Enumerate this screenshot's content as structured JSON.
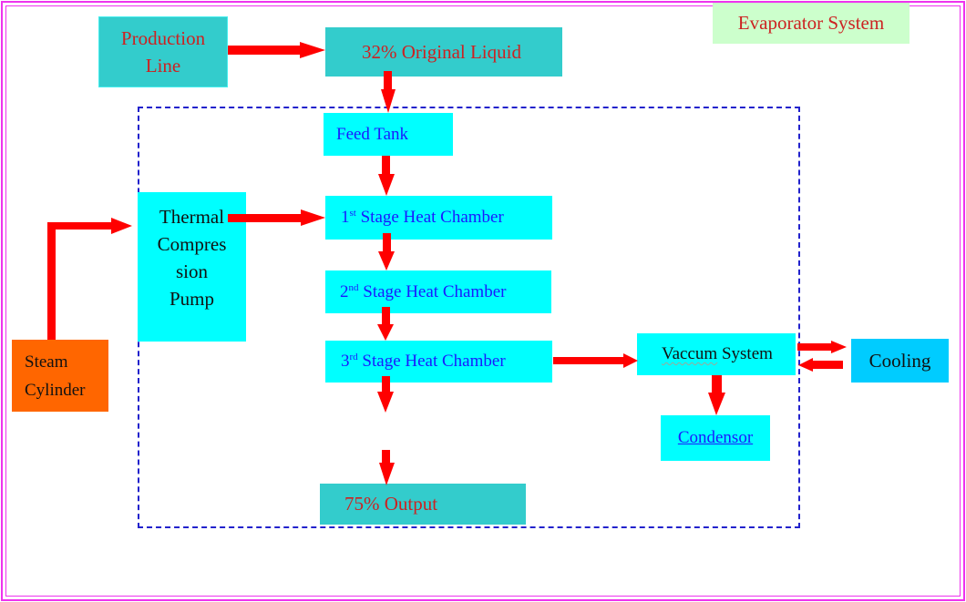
{
  "title": "Evaporator System",
  "nodes": {
    "production_line": {
      "line1": "Production",
      "line2": "Line"
    },
    "original_liquid": "32% Original Liquid",
    "feed_tank": "Feed Tank",
    "thermal_pump": {
      "line1": "Thermal",
      "line2": "Compres",
      "line3": "sion",
      "line4": "Pump"
    },
    "stage1": {
      "num": "1",
      "sup": "st",
      "label": " Stage Heat Chamber"
    },
    "stage2": {
      "num": "2",
      "sup": "nd",
      "label": " Stage Heat Chamber"
    },
    "stage3": {
      "num": "3",
      "sup": "rd",
      "label": " Stage Heat Chamber"
    },
    "steam_cylinder": {
      "line1": "Steam",
      "line2": "Cylinder"
    },
    "vacuum_system": {
      "word1": "Vaccum",
      "word2": " System"
    },
    "condensor": "Condensor",
    "cooling": "Cooling",
    "output": "75% Output"
  },
  "colors": {
    "frame": "#ee33ee",
    "dashed_boundary": "#2222cc",
    "arrow": "#ff0000",
    "teal_box": "#33cccc",
    "cyan_box": "#00ffff",
    "steam_box": "#ff6600",
    "cooling_box": "#00ccff",
    "title_box": "#ccffcc"
  }
}
